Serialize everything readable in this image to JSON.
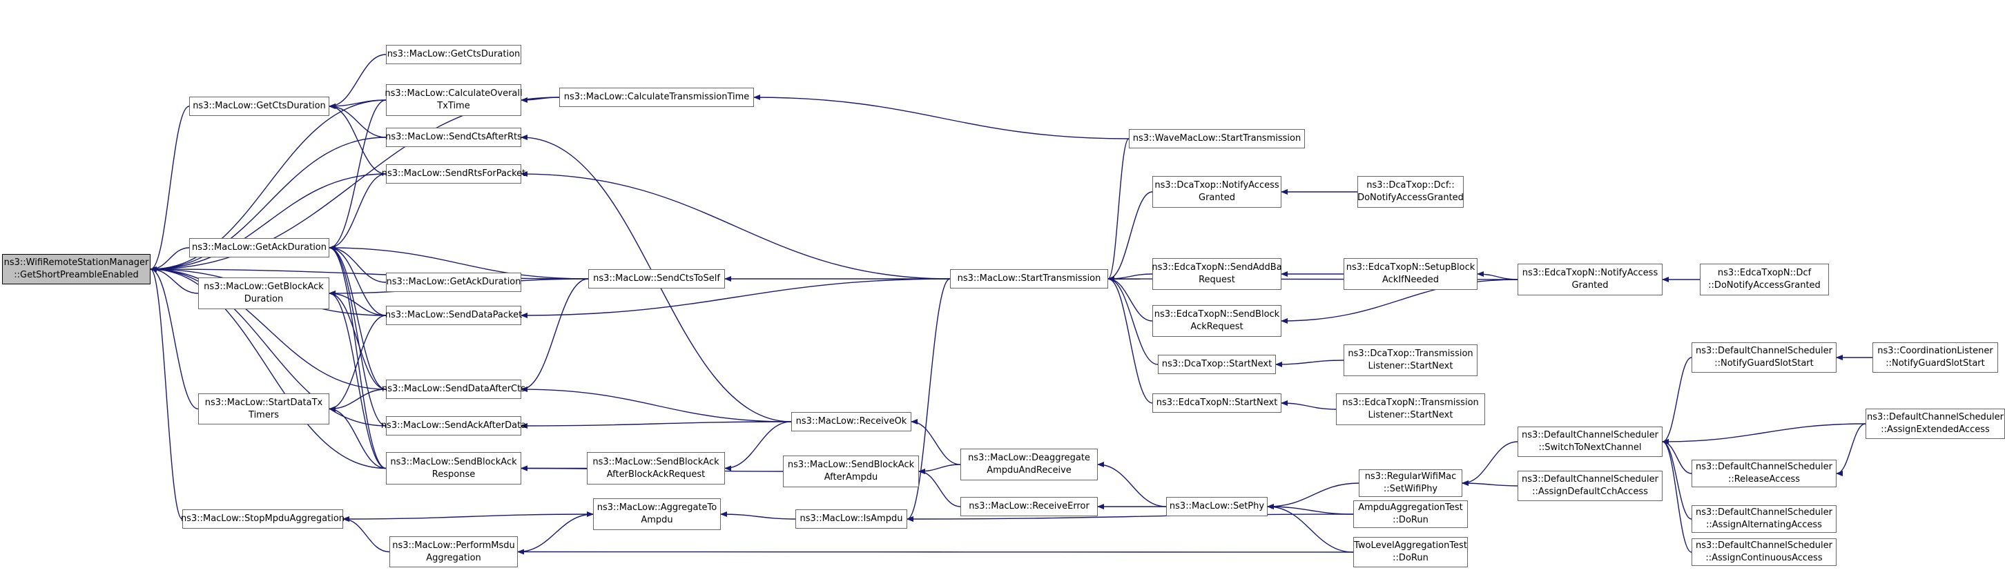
{
  "graph": {
    "root": {
      "line1": "ns3::WifiRemoteStationManager",
      "line2": "::GetShortPreambleEnabled"
    },
    "nodes": {
      "getCtsDuration2": {
        "line1": "ns3::MacLow::GetCtsDuration"
      },
      "calculateOverallTxTime": {
        "line1": "ns3::MacLow::CalculateOverall",
        "line2": "TxTime"
      },
      "getCtsDuration": {
        "line1": "ns3::MacLow::GetCtsDuration"
      },
      "sendCtsAfterRts": {
        "line1": "ns3::MacLow::SendCtsAfterRts"
      },
      "sendRtsForPacket": {
        "line1": "ns3::MacLow::SendRtsForPacket"
      },
      "getAckDuration": {
        "line1": "ns3::MacLow::GetAckDuration"
      },
      "getAckDuration2": {
        "line1": "ns3::MacLow::GetAckDuration"
      },
      "getBlockAckDuration": {
        "line1": "ns3::MacLow::GetBlockAck",
        "line2": "Duration"
      },
      "sendCtsToSelf": {
        "line1": "ns3::MacLow::SendCtsToSelf"
      },
      "sendDataPacket": {
        "line1": "ns3::MacLow::SendDataPacket"
      },
      "startDataTxTimers": {
        "line1": "ns3::MacLow::StartDataTx",
        "line2": "Timers"
      },
      "sendDataAfterCts": {
        "line1": "ns3::MacLow::SendDataAfterCts"
      },
      "sendAckAfterData": {
        "line1": "ns3::MacLow::SendAckAfterData"
      },
      "sendBlockAckResponse": {
        "line1": "ns3::MacLow::SendBlockAck",
        "line2": "Response"
      },
      "stopMpduAggregation": {
        "line1": "ns3::MacLow::StopMpduAggregation"
      },
      "performMsduAggregation": {
        "line1": "ns3::MacLow::PerformMsdu",
        "line2": "Aggregation"
      },
      "calculateTransmissionTime": {
        "line1": "ns3::MacLow::CalculateTransmissionTime"
      },
      "sendBlockAckAfterBlockAckRequest": {
        "line1": "ns3::MacLow::SendBlockAck",
        "line2": "AfterBlockAckRequest"
      },
      "aggregateToAmpdu": {
        "line1": "ns3::MacLow::AggregateTo",
        "line2": "Ampdu"
      },
      "receiveOk": {
        "line1": "ns3::MacLow::ReceiveOk"
      },
      "sendBlockAckAfterAmpdu": {
        "line1": "ns3::MacLow::SendBlockAck",
        "line2": "AfterAmpdu"
      },
      "isAmpdu": {
        "line1": "ns3::MacLow::IsAmpdu"
      },
      "startTransmission": {
        "line1": "ns3::MacLow::StartTransmission"
      },
      "deaggregateAmpduAndReceive": {
        "line1": "ns3::MacLow::Deaggregate",
        "line2": "AmpduAndReceive"
      },
      "receiveError": {
        "line1": "ns3::MacLow::ReceiveError"
      },
      "waveStartTransmission": {
        "line1": "ns3::WaveMacLow::StartTransmission"
      },
      "dcaNotifyAccessGranted": {
        "line1": "ns3::DcaTxop::NotifyAccess",
        "line2": "Granted"
      },
      "edcaSendAddBaRequest": {
        "line1": "ns3::EdcaTxopN::SendAddBa",
        "line2": "Request"
      },
      "edcaSendBlockAckRequest": {
        "line1": "ns3::EdcaTxopN::SendBlock",
        "line2": "AckRequest"
      },
      "dcaStartNext": {
        "line1": "ns3::DcaTxop::StartNext"
      },
      "edcaStartNext": {
        "line1": "ns3::EdcaTxopN::StartNext"
      },
      "setPhy": {
        "line1": "ns3::MacLow::SetPhy"
      },
      "dcaDoNotifyAccessGranted": {
        "line1": "ns3::DcaTxop::Dcf::",
        "line2": "DoNotifyAccessGranted"
      },
      "edcaSetupBlockAckIfNeeded": {
        "line1": "ns3::EdcaTxopN::SetupBlock",
        "line2": "AckIfNeeded"
      },
      "dcaTransmissionListenerStartNext": {
        "line1": "ns3::DcaTxop::Transmission",
        "line2": "Listener::StartNext"
      },
      "edcaTransmissionListenerStartNext": {
        "line1": "ns3::EdcaTxopN::Transmission",
        "line2": "Listener::StartNext"
      },
      "regularWifiMacSetWifiPhy": {
        "line1": "ns3::RegularWifiMac",
        "line2": "::SetWifiPhy"
      },
      "ampduAggregationTestDoRun": {
        "line1": "AmpduAggregationTest",
        "line2": "::DoRun"
      },
      "twoLevelAggregationTestDoRun": {
        "line1": "TwoLevelAggregationTest",
        "line2": "::DoRun"
      },
      "edcaNotifyAccessGranted": {
        "line1": "ns3::EdcaTxopN::NotifyAccess",
        "line2": "Granted"
      },
      "switchToNextChannel": {
        "line1": "ns3::DefaultChannelScheduler",
        "line2": "::SwitchToNextChannel"
      },
      "assignDefaultCchAccess": {
        "line1": "ns3::DefaultChannelScheduler",
        "line2": "::AssignDefaultCchAccess"
      },
      "edcaDcfDoNotifyAccessGranted": {
        "line1": "ns3::EdcaTxopN::Dcf",
        "line2": "::DoNotifyAccessGranted"
      },
      "notifyGuardSlotStart": {
        "line1": "ns3::DefaultChannelScheduler",
        "line2": "::NotifyGuardSlotStart"
      },
      "releaseAccess": {
        "line1": "ns3::DefaultChannelScheduler",
        "line2": "::ReleaseAccess"
      },
      "assignAlternatingAccess": {
        "line1": "ns3::DefaultChannelScheduler",
        "line2": "::AssignAlternatingAccess"
      },
      "assignContinuousAccess": {
        "line1": "ns3::DefaultChannelScheduler",
        "line2": "::AssignContinuousAccess"
      },
      "coordinationListenerNotifyGuardSlotStart": {
        "line1": "ns3::CoordinationListener",
        "line2": "::NotifyGuardSlotStart"
      },
      "assignExtendedAccess": {
        "line1": "ns3::DefaultChannelScheduler",
        "line2": "::AssignExtendedAccess"
      }
    },
    "edges": [
      [
        "getCtsDuration",
        "root"
      ],
      [
        "getAckDuration",
        "root"
      ],
      [
        "getBlockAckDuration",
        "root"
      ],
      [
        "startDataTxTimers",
        "root"
      ],
      [
        "stopMpduAggregation",
        "root"
      ],
      [
        "calculateOverallTxTime",
        "root"
      ],
      [
        "sendCtsAfterRts",
        "root"
      ],
      [
        "sendRtsForPacket",
        "root"
      ],
      [
        "sendCtsToSelf",
        "root"
      ],
      [
        "sendDataPacket",
        "root"
      ],
      [
        "sendDataAfterCts",
        "root"
      ],
      [
        "sendAckAfterData",
        "root"
      ],
      [
        "sendBlockAckResponse",
        "root"
      ],
      [
        "calculateTransmissionTime",
        "root"
      ],
      [
        "getCtsDuration2",
        "getCtsDuration"
      ],
      [
        "calculateOverallTxTime",
        "getCtsDuration"
      ],
      [
        "sendCtsAfterRts",
        "getCtsDuration"
      ],
      [
        "sendRtsForPacket",
        "getCtsDuration"
      ],
      [
        "calculateOverallTxTime",
        "getAckDuration"
      ],
      [
        "sendRtsForPacket",
        "getAckDuration"
      ],
      [
        "getAckDuration2",
        "getAckDuration"
      ],
      [
        "sendCtsToSelf",
        "getAckDuration"
      ],
      [
        "sendDataPacket",
        "getAckDuration"
      ],
      [
        "sendDataAfterCts",
        "getAckDuration"
      ],
      [
        "sendAckAfterData",
        "getAckDuration"
      ],
      [
        "sendBlockAckResponse",
        "getAckDuration"
      ],
      [
        "sendCtsToSelf",
        "getBlockAckDuration"
      ],
      [
        "sendDataPacket",
        "getBlockAckDuration"
      ],
      [
        "sendDataAfterCts",
        "getBlockAckDuration"
      ],
      [
        "sendBlockAckResponse",
        "getBlockAckDuration"
      ],
      [
        "sendDataPacket",
        "startDataTxTimers"
      ],
      [
        "sendDataAfterCts",
        "startDataTxTimers"
      ],
      [
        "sendBlockAckResponse",
        "startDataTxTimers"
      ],
      [
        "aggregateToAmpdu",
        "stopMpduAggregation"
      ],
      [
        "performMsduAggregation",
        "stopMpduAggregation"
      ],
      [
        "calculateTransmissionTime",
        "calculateOverallTxTime"
      ],
      [
        "receiveOk",
        "sendCtsAfterRts"
      ],
      [
        "startTransmission",
        "sendRtsForPacket"
      ],
      [
        "startTransmission",
        "sendCtsToSelf"
      ],
      [
        "startTransmission",
        "sendDataPacket"
      ],
      [
        "sendCtsToSelf",
        "sendDataAfterCts"
      ],
      [
        "receiveOk",
        "sendDataAfterCts"
      ],
      [
        "receiveOk",
        "sendAckAfterData"
      ],
      [
        "sendBlockAckAfterBlockAckRequest",
        "sendBlockAckResponse"
      ],
      [
        "sendBlockAckAfterAmpdu",
        "sendBlockAckResponse"
      ],
      [
        "receiveOk",
        "sendBlockAckAfterBlockAckRequest"
      ],
      [
        "isAmpdu",
        "aggregateToAmpdu"
      ],
      [
        "performMsduAggregation",
        "aggregateToAmpdu"
      ],
      [
        "twoLevelAggregationTestDoRun",
        "performMsduAggregation"
      ],
      [
        "waveStartTransmission",
        "calculateTransmissionTime"
      ],
      [
        "deaggregateAmpduAndReceive",
        "receiveOk"
      ],
      [
        "deaggregateAmpduAndReceive",
        "sendBlockAckAfterAmpdu"
      ],
      [
        "receiveError",
        "sendBlockAckAfterAmpdu"
      ],
      [
        "ampduAggregationTestDoRun",
        "isAmpdu"
      ],
      [
        "startTransmission",
        "isAmpdu"
      ],
      [
        "waveStartTransmission",
        "startTransmission"
      ],
      [
        "dcaNotifyAccessGranted",
        "startTransmission"
      ],
      [
        "edcaSendAddBaRequest",
        "startTransmission"
      ],
      [
        "edcaSendBlockAckRequest",
        "startTransmission"
      ],
      [
        "dcaStartNext",
        "startTransmission"
      ],
      [
        "edcaStartNext",
        "startTransmission"
      ],
      [
        "edcaNotifyAccessGranted",
        "startTransmission"
      ],
      [
        "setPhy",
        "deaggregateAmpduAndReceive"
      ],
      [
        "setPhy",
        "receiveError"
      ],
      [
        "dcaDoNotifyAccessGranted",
        "dcaNotifyAccessGranted"
      ],
      [
        "edcaSetupBlockAckIfNeeded",
        "edcaSendAddBaRequest"
      ],
      [
        "edcaNotifyAccessGranted",
        "edcaSendBlockAckRequest"
      ],
      [
        "dcaTransmissionListenerStartNext",
        "dcaStartNext"
      ],
      [
        "edcaTransmissionListenerStartNext",
        "edcaStartNext"
      ],
      [
        "regularWifiMacSetWifiPhy",
        "setPhy"
      ],
      [
        "ampduAggregationTestDoRun",
        "setPhy"
      ],
      [
        "twoLevelAggregationTestDoRun",
        "setPhy"
      ],
      [
        "edcaNotifyAccessGranted",
        "edcaSetupBlockAckIfNeeded"
      ],
      [
        "edcaDcfDoNotifyAccessGranted",
        "edcaNotifyAccessGranted"
      ],
      [
        "switchToNextChannel",
        "regularWifiMacSetWifiPhy"
      ],
      [
        "assignDefaultCchAccess",
        "regularWifiMacSetWifiPhy"
      ],
      [
        "notifyGuardSlotStart",
        "switchToNextChannel"
      ],
      [
        "releaseAccess",
        "switchToNextChannel"
      ],
      [
        "assignAlternatingAccess",
        "switchToNextChannel"
      ],
      [
        "assignContinuousAccess",
        "switchToNextChannel"
      ],
      [
        "assignExtendedAccess",
        "switchToNextChannel"
      ],
      [
        "coordinationListenerNotifyGuardSlotStart",
        "notifyGuardSlotStart"
      ],
      [
        "assignExtendedAccess",
        "releaseAccess"
      ]
    ]
  }
}
